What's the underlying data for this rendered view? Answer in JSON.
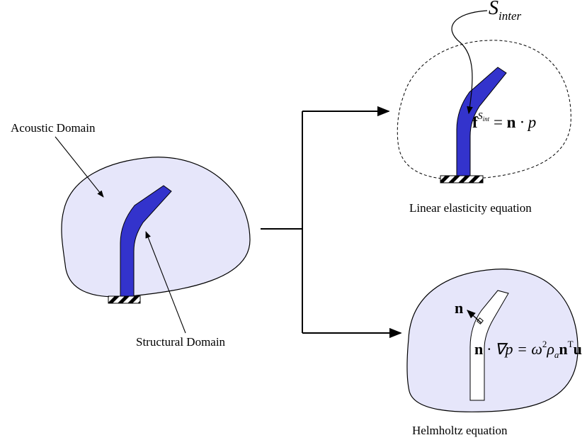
{
  "labels": {
    "acoustic_domain": "Acoustic Domain",
    "structural_domain": "Structural Domain",
    "linear_elasticity": "Linear elasticity equation",
    "helmholtz": "Helmholtz equation"
  },
  "math": {
    "s_main": "S",
    "s_sub": "inter",
    "f": "f",
    "f_sup_S": "S",
    "f_sup_sub": "int",
    "eq_rhs_1": " = ",
    "eq_rhs_n": "n",
    "eq_rhs_rest": " · p",
    "normal_label": "n",
    "h_n": "n",
    "h_dot": " · ∇p = ω",
    "h_sq": "2",
    "h_rho": "ρ",
    "h_rho_sub": "a",
    "h_n2": "n",
    "h_T": "T",
    "h_u": "u"
  },
  "colors": {
    "domain_fill": "#e6e6fa",
    "beam": "#3333cc",
    "stroke": "#000000"
  }
}
